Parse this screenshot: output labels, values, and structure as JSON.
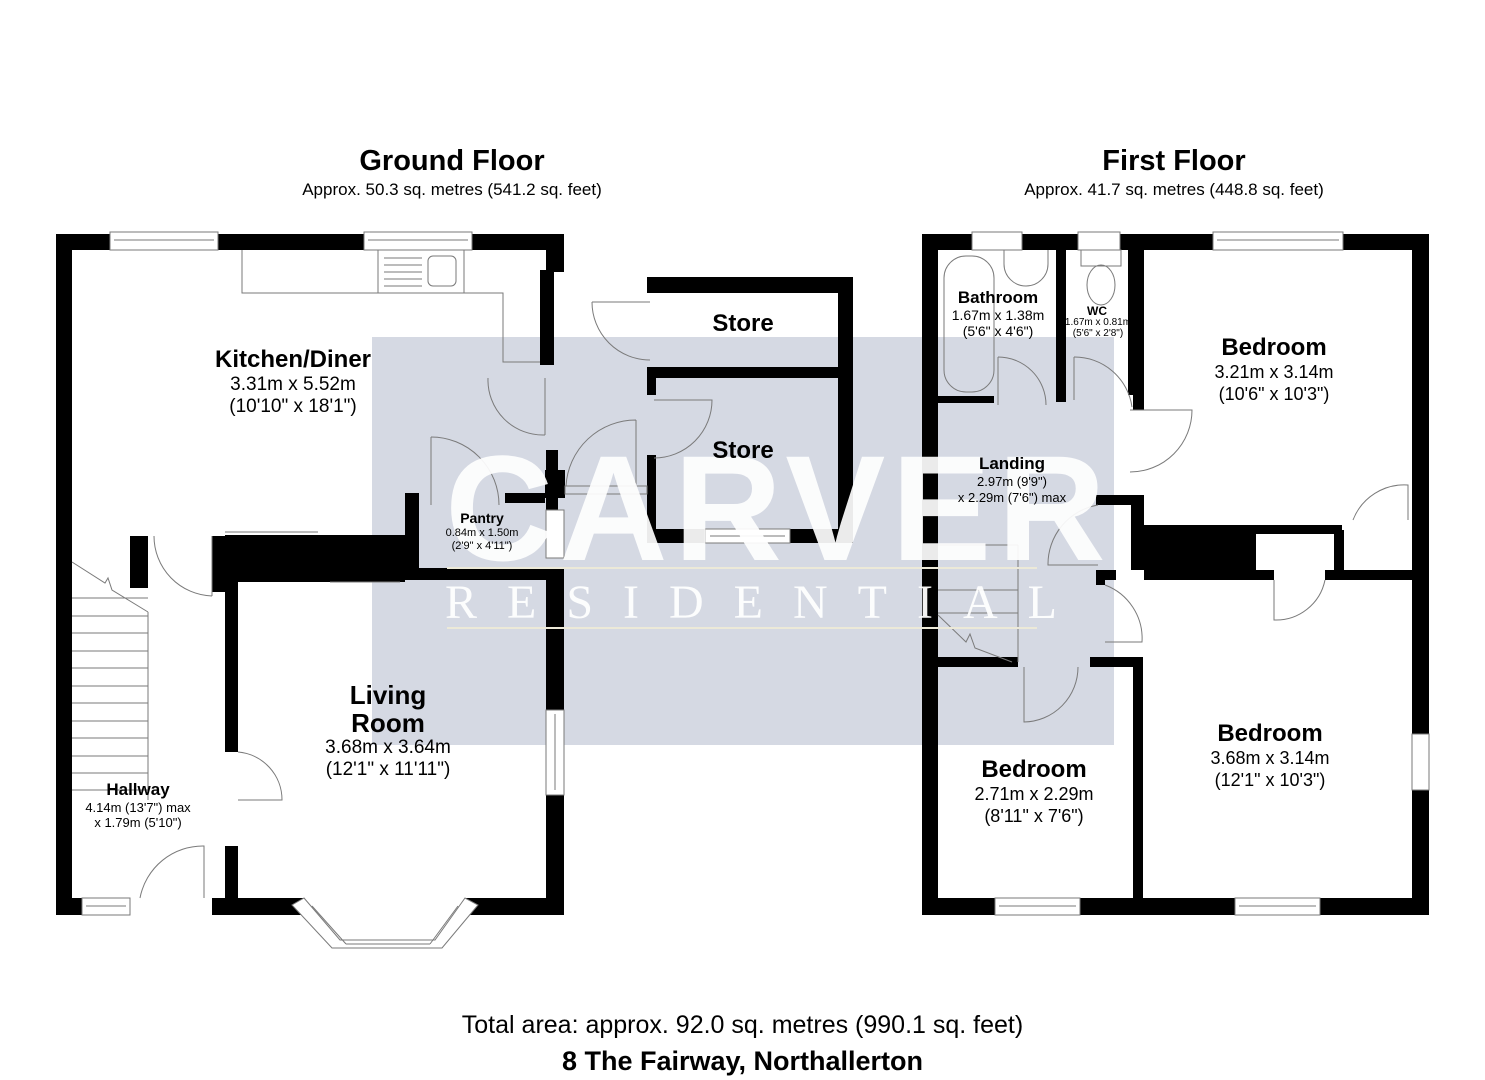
{
  "ground_floor": {
    "title": "Ground Floor",
    "area": "Approx. 50.3 sq. metres (541.2 sq. feet)",
    "rooms": {
      "kitchen": {
        "name": "Kitchen/Diner",
        "dim_m": "3.31m x 5.52m",
        "dim_ft": "(10'10\" x 18'1\")"
      },
      "store1": {
        "name": "Store"
      },
      "store2": {
        "name": "Store"
      },
      "pantry": {
        "name": "Pantry",
        "dim_m": "0.84m x 1.50m",
        "dim_ft": "(2'9\" x 4'11\")"
      },
      "living": {
        "name_line1": "Living",
        "name_line2": "Room",
        "dim_m": "3.68m x 3.64m",
        "dim_ft": "(12'1\" x 11'11\")"
      },
      "hallway": {
        "name": "Hallway",
        "dim_line1": "4.14m (13'7\") max",
        "dim_line2": "x 1.79m (5'10\")"
      }
    }
  },
  "first_floor": {
    "title": "First Floor",
    "area": "Approx. 41.7 sq. metres (448.8 sq. feet)",
    "rooms": {
      "bathroom": {
        "name": "Bathroom",
        "dim_m": "1.67m x 1.38m",
        "dim_ft": "(5'6\" x 4'6\")"
      },
      "wc": {
        "name": "WC",
        "dim_m": "1.67m x 0.81m",
        "dim_ft": "(5'6\" x 2'8\")"
      },
      "bedroom1": {
        "name": "Bedroom",
        "dim_m": "3.21m x 3.14m",
        "dim_ft": "(10'6\" x 10'3\")"
      },
      "landing": {
        "name": "Landing",
        "dim_line1": "2.97m (9'9\")",
        "dim_line2": "x 2.29m (7'6\") max"
      },
      "bedroom2": {
        "name": "Bedroom",
        "dim_m": "2.71m x 2.29m",
        "dim_ft": "(8'11\" x 7'6\")"
      },
      "bedroom3": {
        "name": "Bedroom",
        "dim_m": "3.68m x 3.14m",
        "dim_ft": "(12'1\" x 10'3\")"
      }
    }
  },
  "watermark": {
    "brand": "CARVER",
    "tagline": "RESIDENTIAL",
    "panel_color": "#d5d9e3"
  },
  "footer": {
    "total_area": "Total area: approx. 92.0 sq. metres (990.1 sq. feet)",
    "address": "8 The Fairway, Northallerton"
  },
  "colors": {
    "wall": "#000000",
    "background": "#ffffff",
    "fixture_line": "#7a7a7a"
  }
}
